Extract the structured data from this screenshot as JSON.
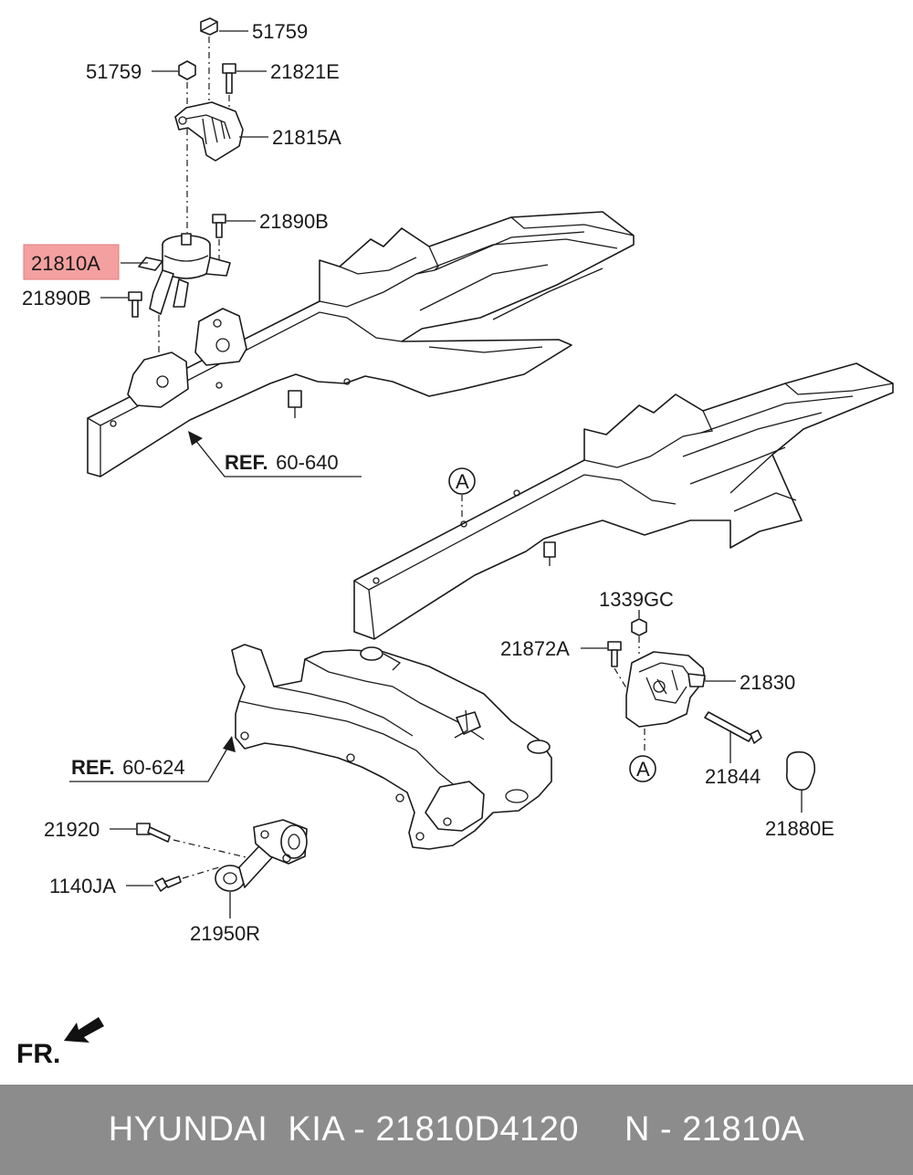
{
  "labels": {
    "l51759_top": "51759",
    "l51759_left": "51759",
    "l21821E": "21821E",
    "l21815A": "21815A",
    "l21890B_top": "21890B",
    "l21810A": "21810A",
    "l21890B_left": "21890B",
    "ref1_bold": "REF.",
    "ref1_num": "60-640",
    "circleA_top": "A",
    "l1339GC": "1339GC",
    "l21872A": "21872A",
    "l21830": "21830",
    "ref2_bold": "REF.",
    "ref2_num": "60-624",
    "circleA_bottom": "A",
    "l21844": "21844",
    "l21880E": "21880E",
    "l21920": "21920",
    "l1140JA": "1140JA",
    "l21950R": "21950R",
    "fr": "FR."
  },
  "highlight_color": "#f4a0a0",
  "footer": {
    "brand": "HYUNDAI  KIA - 21810D4120",
    "code": "N - 21810A"
  }
}
